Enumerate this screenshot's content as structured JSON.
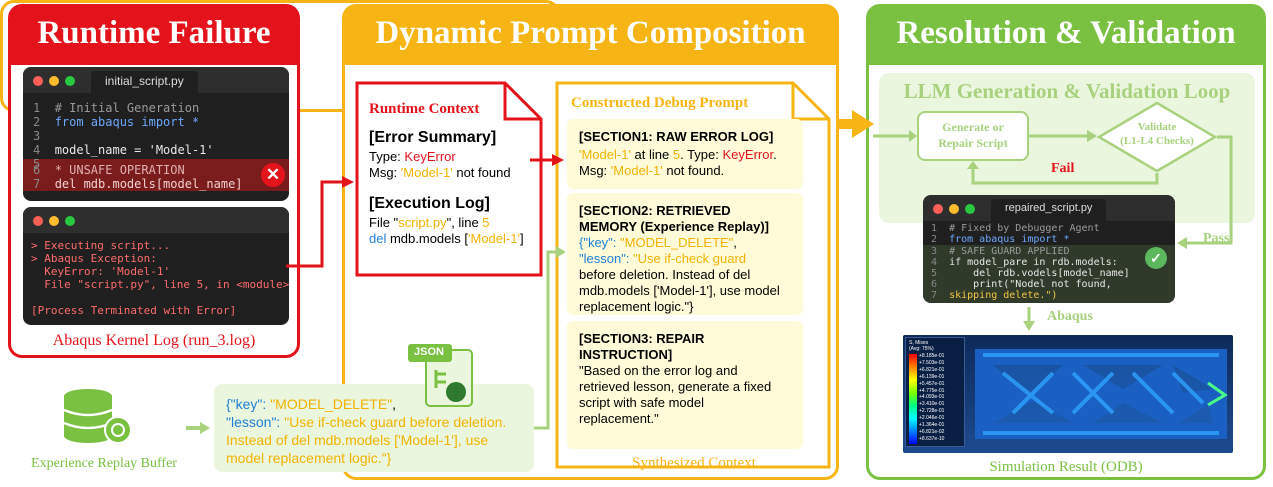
{
  "panels": {
    "runtime_failure": {
      "title": "Runtime Failure",
      "caption": "Abaqus Kernel Log (run_3.log)"
    },
    "prompt_composition": {
      "title": "Dynamic Prompt Composition",
      "caption": "Synthesized Context"
    },
    "resolution": {
      "title": "Resolution & Validation",
      "caption": "Simulation Result (ODB)"
    }
  },
  "initial_script": {
    "filename": "initial_script.py",
    "lines": [
      {
        "n": "1",
        "t": "# Initial Generation"
      },
      {
        "n": "2",
        "t": "from abaqus import *"
      },
      {
        "n": "3",
        "t": ""
      },
      {
        "n": "4",
        "t": "model_name = 'Model-1'"
      },
      {
        "n": "5",
        "t": ""
      },
      {
        "n": "6",
        "t": "* UNSAFE OPERATION"
      },
      {
        "n": "7",
        "t": "del mdb.models[model_name]"
      }
    ]
  },
  "terminal": {
    "lines": [
      "> Executing script...",
      "> Abaqus Exception:",
      "  KeyError: 'Model-1'",
      "  File \"script.py\", line 5, in <module>",
      "",
      "[Process Terminated with Error]"
    ]
  },
  "runtime_context": {
    "title": "Runtime Context",
    "error_summary_h": "[Error Summary]",
    "type_label": "Type: ",
    "type_value": "KeyError",
    "msg_label": "Msg: ",
    "msg_value": "'Model-1'",
    "msg_suffix": " not found",
    "exec_log_h": "[Execution Log]",
    "file_prefix": "File \"",
    "file_name": "script.py",
    "file_suffix": "\", line ",
    "file_line": "5",
    "del_kw": "del",
    "del_obj": " mdb.models [",
    "del_arg": "'Model-1'",
    "del_end": "]"
  },
  "debug_prompt": {
    "title": "Constructed Debug Prompt",
    "s1_title": "[SECTION1: RAW ERROR LOG]",
    "s1_a": "'Model-1'",
    "s1_b": " at line ",
    "s1_c": "5",
    "s1_d": ". Type: ",
    "s1_e": "KeyError",
    "s1_f": ".",
    "s1_g": "Msg: ",
    "s1_h": "'Model-1'",
    "s1_i": " not found.",
    "s2_title1": "[SECTION2: RETRIEVED",
    "s2_title2": "MEMORY (Experience Replay)]",
    "s2_key_l": "{\"key\": ",
    "s2_key_v": "\"MODEL_DELETE\"",
    "s2_key_e": ",",
    "s2_lesson_l": "\"lesson\": ",
    "s2_lesson_1": "\"Use if-check guard",
    "s2_lesson_2": "before deletion. Instead of del",
    "s2_lesson_3": "mdb.models ['Model-1'], use model",
    "s2_lesson_4": "replacement logic.\"}",
    "s3_title1": "[SECTION3: REPAIR",
    "s3_title2": "INSTRUCTION]",
    "s3_body1": "\"Based on the error log and",
    "s3_body2": "retrieved lesson, generate a fixed",
    "s3_body3": "script with safe model",
    "s3_body4": "replacement.\""
  },
  "replay": {
    "label": "Experience Replay Buffer",
    "json_badge": "JSON",
    "key_l": "{\"key\": ",
    "key_v": "\"MODEL_DELETE\"",
    "key_e": ",",
    "lesson_l": "\"lesson\": ",
    "lesson_1": "\"Use if-check guard before deletion.",
    "lesson_2": "Instead of del mdb.models ['Model-1'], use",
    "lesson_3": "model replacement logic.\"}"
  },
  "loop": {
    "title": "LLM Generation & Validation Loop",
    "gen_1": "Generate or",
    "gen_2": "Repair Script",
    "val_1": "Validate",
    "val_2": "(L1-L4 Checks)",
    "fail": "Fail",
    "pass": "Pass",
    "abaqus": "Abaqus"
  },
  "repaired_script": {
    "filename": "repaired_script.py",
    "lines": [
      {
        "n": "1",
        "t": "# Fixed by Debugger Agent"
      },
      {
        "n": "2",
        "t": "from abaqus import *"
      },
      {
        "n": "3",
        "t": "# SAFE GUARD APPLIED"
      },
      {
        "n": "4",
        "t": "if model_pare in rdb.models:"
      },
      {
        "n": "5",
        "t": "    del rdb.vodels[model_name]"
      },
      {
        "n": "6",
        "t": "    print(\"Nodel not found,"
      },
      {
        "n": "7",
        "t": "skipping delete.\")"
      }
    ]
  },
  "legend": {
    "title1": "S, Mises",
    "title2": "(Avg: 75%)",
    "values": [
      "+8.185e-01",
      "+7.503e-01",
      "+6.821e-01",
      "+6.139e-01",
      "+5.457e-01",
      "+4.775e-01",
      "+4.093e-01",
      "+3.410e-01",
      "+2.728e-01",
      "+2.046e-01",
      "+1.364e-01",
      "+6.821e-02",
      "+8.637e-10"
    ]
  },
  "colors": {
    "red": "#e4121b",
    "gold": "#f7b515",
    "green": "#7ac142",
    "code_bg": "#1f1f1f",
    "section_bg": "#fffbd9"
  }
}
